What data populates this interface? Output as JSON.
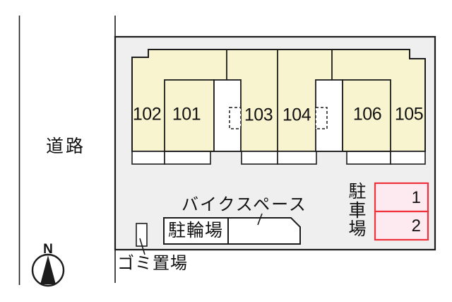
{
  "diagram": {
    "type": "site-plan",
    "road_label": "道路",
    "compass": {
      "north_label": "N"
    },
    "building": {
      "units": [
        {
          "label": "102"
        },
        {
          "label": "101"
        },
        {
          "label": "103"
        },
        {
          "label": "104"
        },
        {
          "label": "106"
        },
        {
          "label": "105"
        }
      ]
    },
    "facilities": {
      "bike_space_label": "バイクスペース",
      "bicycle_parking_label": "駐輪場",
      "garbage_label": "ゴミ置場",
      "parking_label": "駐車場",
      "parking_spaces": [
        {
          "label": "1"
        },
        {
          "label": "2"
        }
      ]
    },
    "colors": {
      "site_fill": "#efeff0",
      "building_fill": "#f9f4d0",
      "white_fill": "#ffffff",
      "line": "#1c1c1c",
      "parking_fill": "#fde9f0",
      "parking_border": "#ef323c"
    }
  }
}
